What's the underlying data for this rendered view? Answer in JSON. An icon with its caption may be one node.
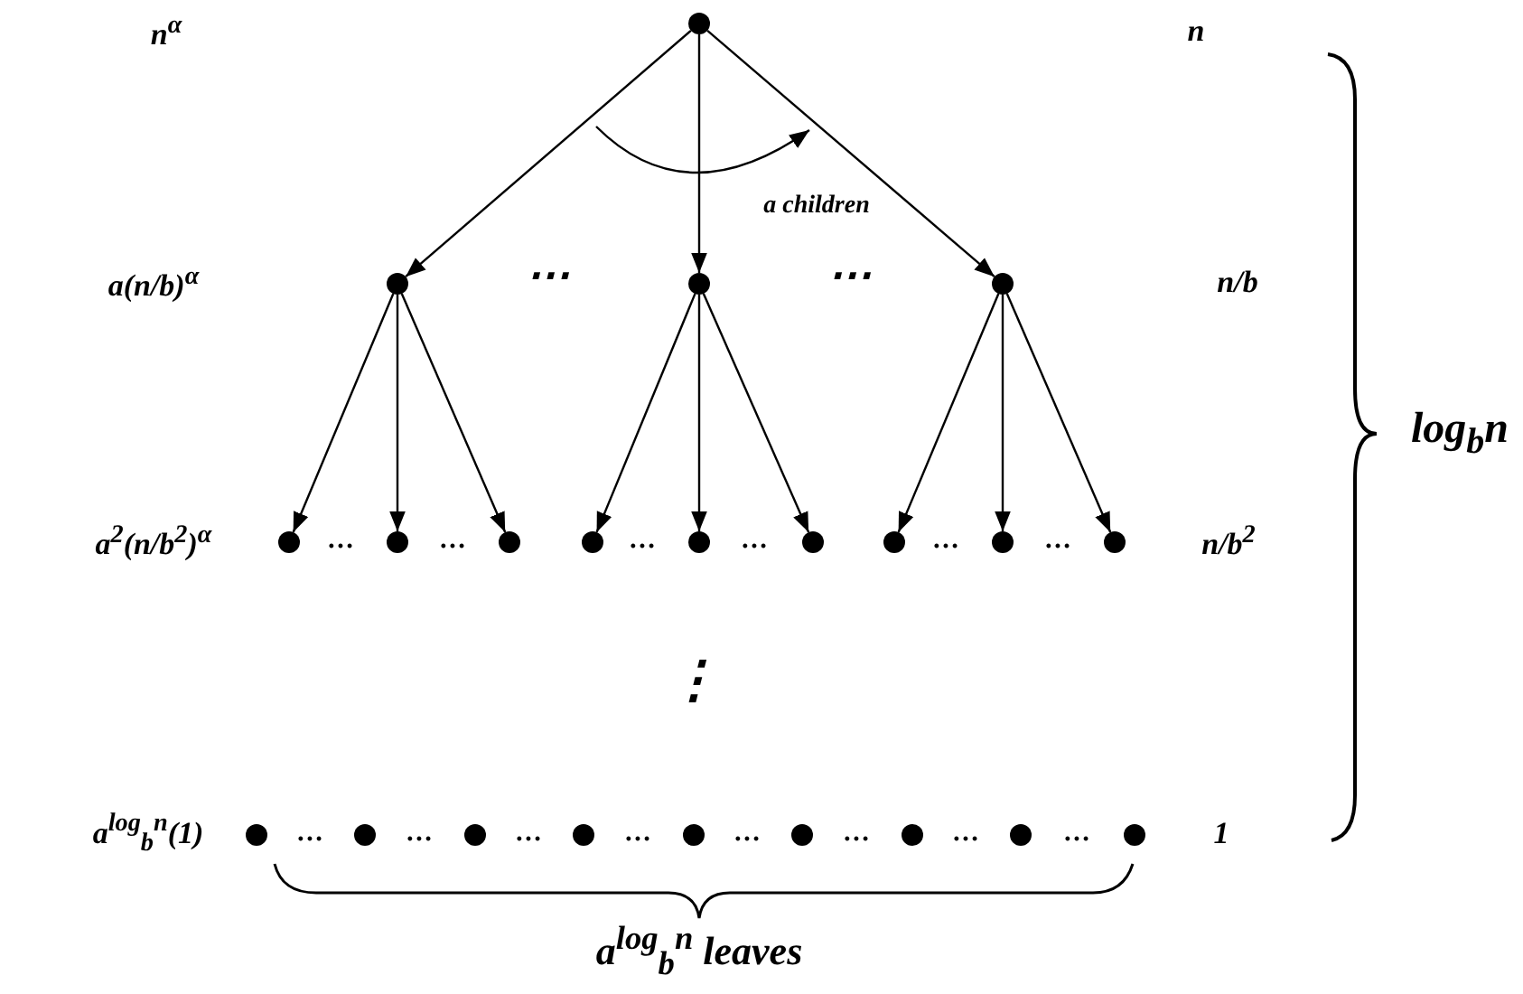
{
  "diagram": {
    "nodes": [
      {
        "text": [],
        "shape": "circle"
      },
      {
        "text": [],
        "shape": "circle"
      },
      {
        "text": [],
        "shape": "circle"
      },
      {
        "text": [],
        "shape": "circle"
      },
      {
        "text": [],
        "shape": "circle"
      },
      {
        "text": [],
        "shape": "circle"
      },
      {
        "text": [],
        "shape": "circle"
      },
      {
        "text": [],
        "shape": "circle"
      },
      {
        "text": [],
        "shape": "circle"
      },
      {
        "text": [],
        "shape": "circle"
      },
      {
        "text": [],
        "shape": "circle"
      },
      {
        "text": [],
        "shape": "circle"
      },
      {
        "text": [],
        "shape": "circle"
      },
      {
        "text": [],
        "shape": "circle"
      },
      {
        "text": [],
        "shape": "circle"
      },
      {
        "text": [],
        "shape": "circle"
      },
      {
        "text": [],
        "shape": "circle"
      },
      {
        "text": [],
        "shape": "circle"
      },
      {
        "text": [],
        "shape": "circle"
      },
      {
        "text": [],
        "shape": "circle"
      },
      {
        "text": [],
        "shape": "circle"
      },
      {
        "text": [],
        "shape": "circle"
      }
    ],
    "edges": [
      {
        "from": 0,
        "to": 1,
        "arrow": "to"
      },
      {
        "from": 0,
        "to": 2,
        "arrow": "to"
      },
      {
        "from": 0,
        "to": 3,
        "arrow": "to"
      },
      {
        "from": 1,
        "to": 4,
        "arrow": "to"
      },
      {
        "from": 1,
        "to": 5,
        "arrow": "to"
      },
      {
        "from": 1,
        "to": 6,
        "arrow": "to"
      },
      {
        "from": 2,
        "to": 7,
        "arrow": "to"
      },
      {
        "from": 2,
        "to": 8,
        "arrow": "to"
      },
      {
        "from": 2,
        "to": 9,
        "arrow": "to"
      },
      {
        "from": 3,
        "to": 10,
        "arrow": "to"
      },
      {
        "from": 3,
        "to": 11,
        "arrow": "to"
      },
      {
        "from": 3,
        "to": 12,
        "arrow": "to"
      }
    ],
    "labels": [
      "n$^{α}$",
      "n",
      "a children",
      "a(n/b)$^{α}$",
      "⋯",
      "⋯",
      "n/b",
      "log$_{b}$n",
      "a$^{2}$(n/b$^{2}$)$^{α}$",
      "…",
      "…",
      "…",
      "…",
      "…",
      "…",
      "n/b$^{2}$",
      "⋮",
      "a$^{log}$$_{b}$$^{n}$(1)",
      "…",
      "…",
      "…",
      "…",
      "…",
      "…",
      "…",
      "…",
      "1",
      "a$^{log}$$_{b}$$^{n}$ leaves"
    ]
  }
}
